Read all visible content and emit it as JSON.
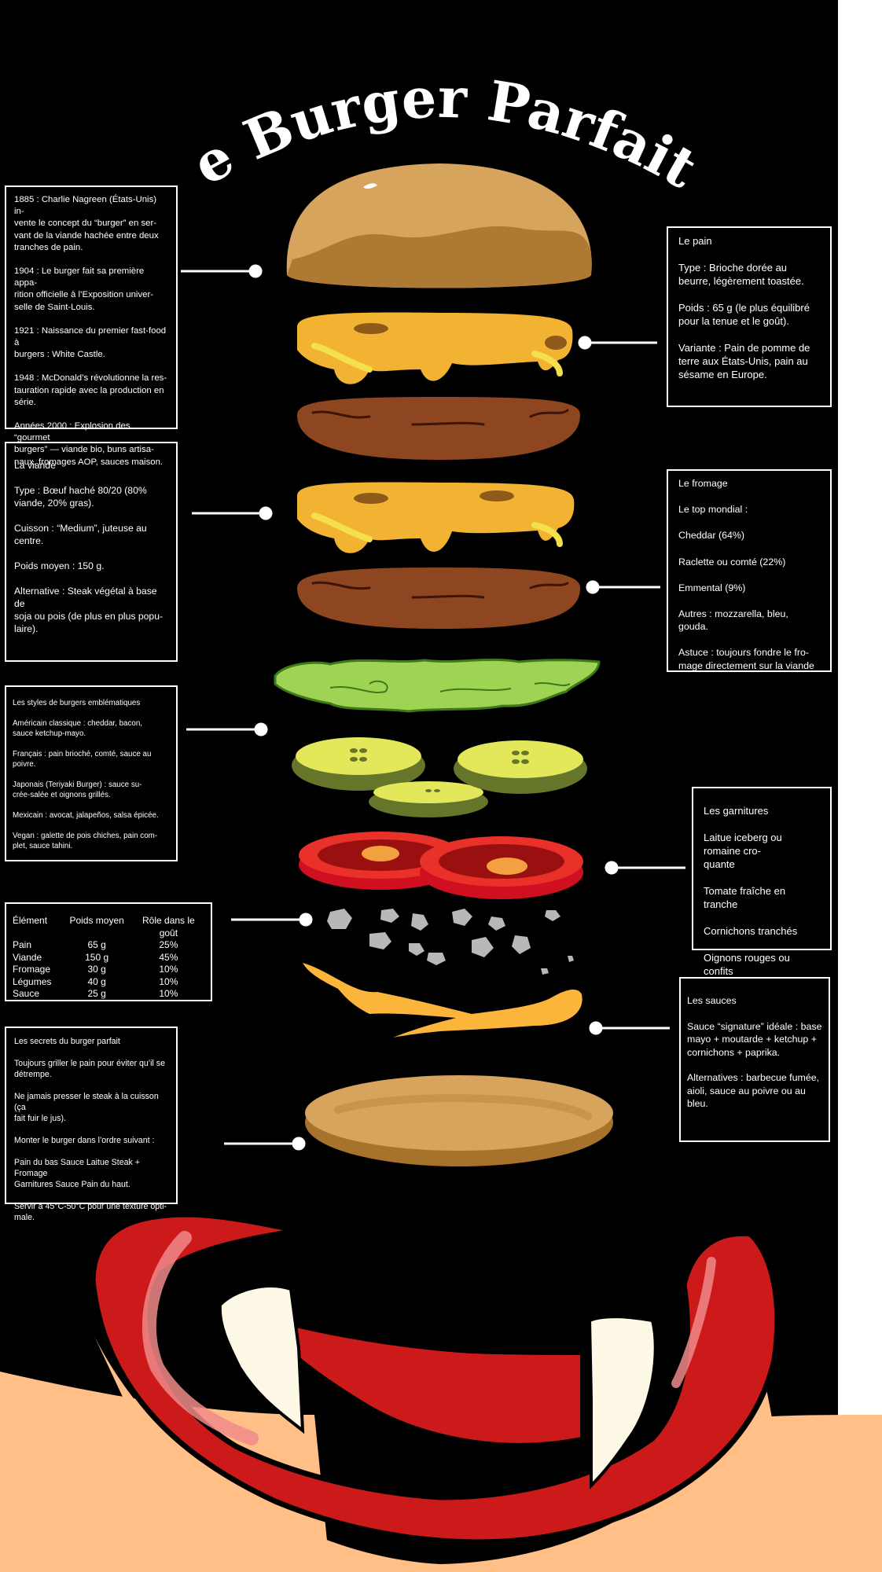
{
  "title": "Le Burger Parfait?",
  "colors": {
    "background": "#000000",
    "skin": "#ffbf86",
    "lips": "#cc1a1a",
    "teeth": "#fdf9e6",
    "bun": "#d7a45e",
    "cheese": "#f2b232",
    "patty": "#8e4620",
    "lettuce": "#9fd354",
    "pickle": "#e3e85a",
    "tomato": "#e9312a",
    "sauce": "#fab53a"
  },
  "history": {
    "items": [
      "1885 : Charlie Nagreen (États-Unis) in-\nvente le concept du “burger” en ser-\nvant de la viande hachée entre deux\ntranches de pain.",
      "1904 : Le burger fait sa première appa-\nrition officielle à l’Exposition univer-\nselle de Saint-Louis.",
      "1921 : Naissance du premier fast-food à\nburgers : White Castle.",
      "1948 : McDonald’s révolutionne la res-\ntauration rapide avec la production en\nsérie.",
      "Années 2000 : Explosion des “gourmet\nburgers” — viande bio, buns artisa-\nnaux, fromages AOP, sauces maison."
    ]
  },
  "meat": {
    "title": "La viande",
    "items": [
      "Type : Bœuf haché 80/20 (80%\nviande, 20% gras).",
      "Cuisson : “Medium”, juteuse au\ncentre.",
      "Poids moyen : 150 g.",
      "Alternative : Steak végétal à base de\nsoja ou pois (de plus en plus popu-\nlaire)."
    ]
  },
  "styles": {
    "title": "Les styles de burgers emblématiques",
    "items": [
      "Américain classique : cheddar, bacon,\nsauce ketchup-mayo.",
      "Français : pain brioché, comté, sauce au\npoivre.",
      "Japonais (Teriyaki Burger) : sauce su-\ncrée-salée et oignons grillés.",
      "Mexicain : avocat, jalapeños, salsa épicée.",
      "Vegan : galette de pois chiches, pain com-\nplet, sauce tahini."
    ]
  },
  "weights": {
    "headers": [
      "Élément",
      "Poids moyen",
      "Rôle dans le goût"
    ],
    "rows": [
      [
        "Pain",
        "65 g",
        "25%"
      ],
      [
        "Viande",
        "150 g",
        "45%"
      ],
      [
        "Fromage",
        "30 g",
        "10%"
      ],
      [
        "Légumes",
        "40 g",
        "10%"
      ],
      [
        "Sauce",
        "25 g",
        "10%"
      ]
    ]
  },
  "secrets": {
    "title": "Les secrets du burger parfait",
    "items": [
      "Toujours griller le pain pour éviter qu’il se\ndétrempe.",
      "Ne jamais presser le steak à la cuisson (ça\nfait fuir le jus).",
      "Monter le burger dans l’ordre suivant :",
      "Pain du bas Sauce Laitue Steak + Fromage\nGarnitures Sauce Pain du haut.",
      "Servir à 45°C-50°C pour une texture opti-\nmale."
    ]
  },
  "bread": {
    "title": "Le pain",
    "items": [
      "Type : Brioche dorée au\nbeurre, légèrement toastée.",
      "Poids : 65 g (le plus équilibré\npour la tenue et le goût).",
      "Variante : Pain de pomme de\nterre aux États-Unis, pain au\nsésame en Europe."
    ]
  },
  "cheese": {
    "title": "Le fromage",
    "items": [
      "Le top mondial :",
      "Cheddar (64%)",
      "Raclette ou comté (22%)",
      "Emmental (9%)",
      "Autres : mozzarella, bleu, gouda.",
      "Astuce : toujours fondre le fro-\nmage directement sur la viande"
    ]
  },
  "garnishes": {
    "title": "Les garnitures",
    "items": [
      "Laitue iceberg ou romaine cro-\nquante",
      "Tomate fraîche en tranche",
      "Cornichons tranchés",
      "Oignons rouges ou confits"
    ]
  },
  "sauces": {
    "title": "Les sauces",
    "items": [
      "Sauce “signature” idéale : base\nmayo + moutarde + ketchup +\ncornichons + paprika.",
      "Alternatives : barbecue fumée,\naioli, sauce au poivre ou au bleu."
    ]
  }
}
